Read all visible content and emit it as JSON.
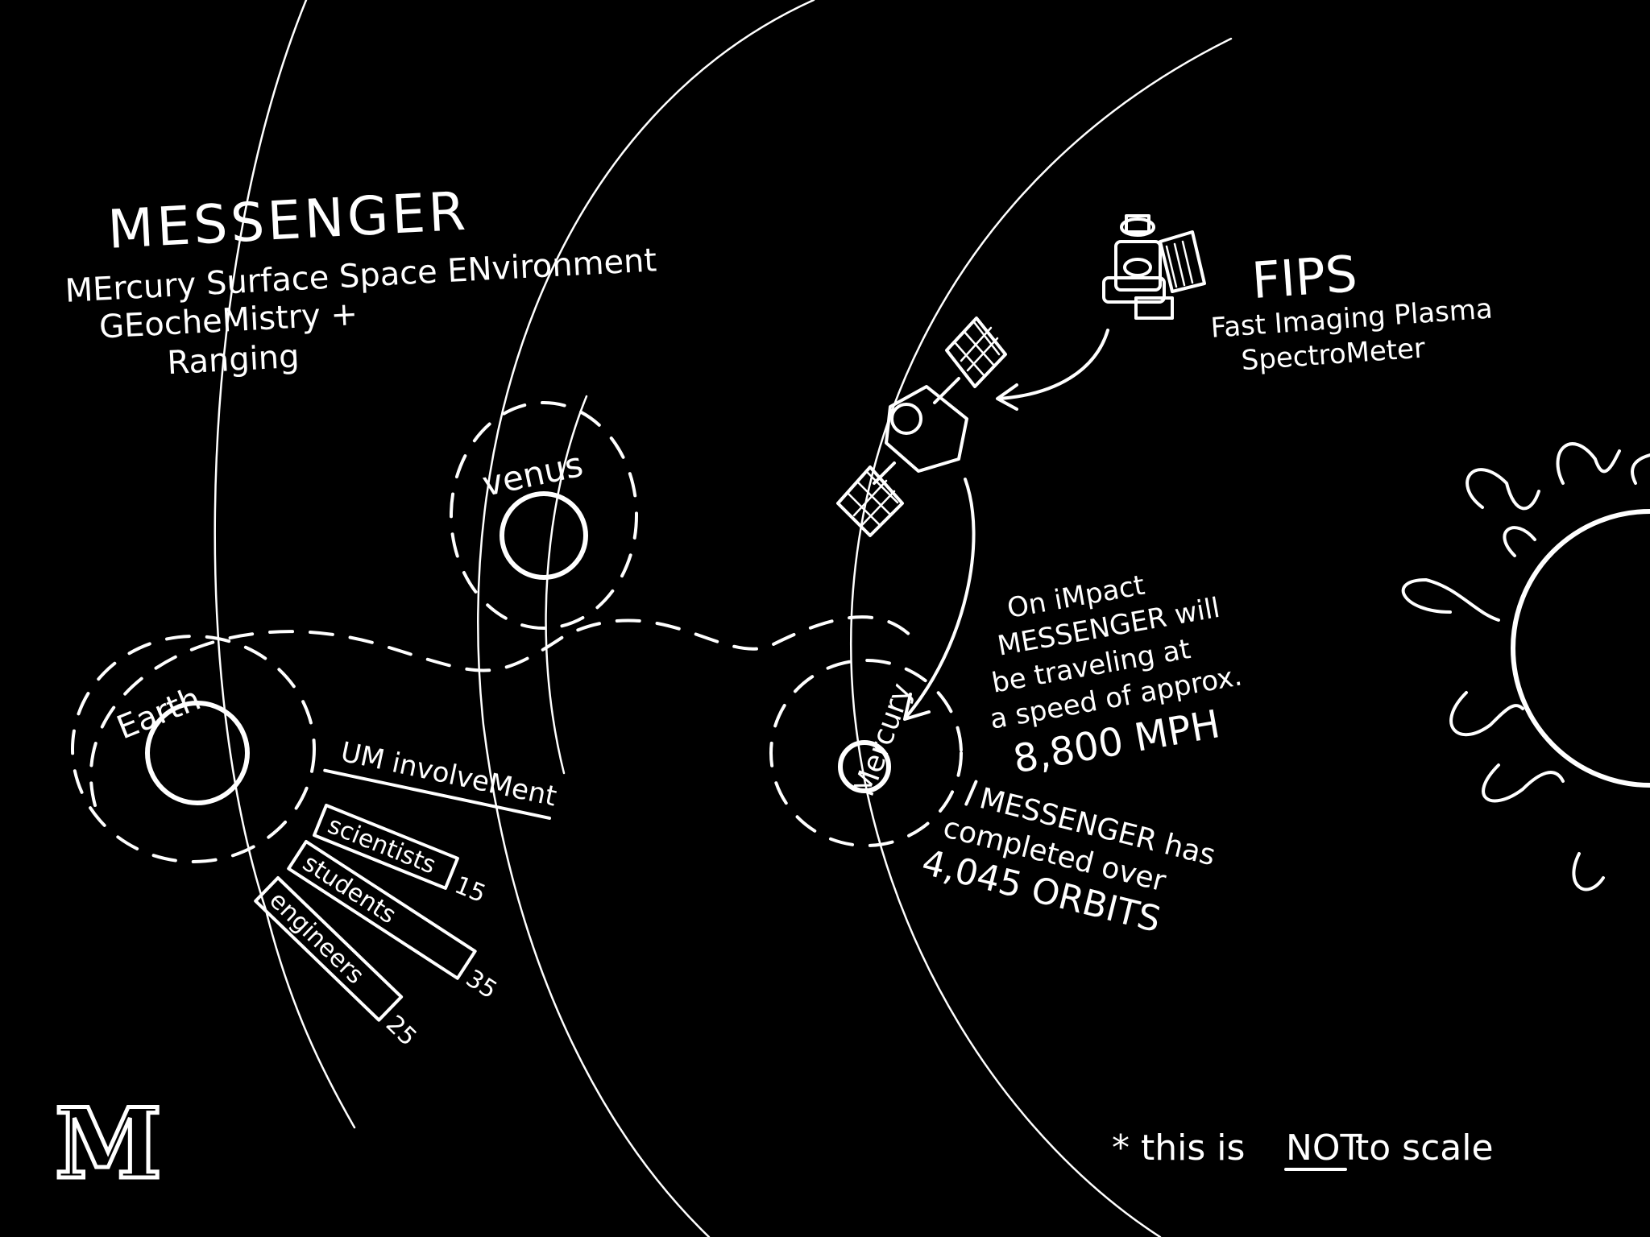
{
  "title": "MESSENGER",
  "subtitle": [
    "MErcury Surface Space ENvironment",
    "GEocheMistry +",
    "Ranging"
  ],
  "planets": {
    "venus": "venus",
    "earth": "Earth",
    "mercury": "Mercury"
  },
  "instrument": {
    "acronym": "FIPS",
    "name_lines": [
      "Fast Imaging Plasma",
      "SpectroMeter"
    ]
  },
  "impact_note": [
    "On iMpact",
    "MESSENGER will",
    "be traveling at",
    "a speed of approx.",
    "8,800 MPH"
  ],
  "orbits_note": [
    "MESSENGER has",
    "completed over",
    "4,045 ORBITS"
  ],
  "involvement": {
    "heading": "UM involveMent",
    "bars": [
      {
        "label": "scientists",
        "value": 15
      },
      {
        "label": "students",
        "value": 35
      },
      {
        "label": "engineers",
        "value": 25
      }
    ]
  },
  "footnote": {
    "prefix": "* this is",
    "emphasis": "NOT",
    "suffix": "to scale"
  },
  "logo_text": "M",
  "colors": {
    "background": "#000000",
    "ink": "#ffffff"
  }
}
